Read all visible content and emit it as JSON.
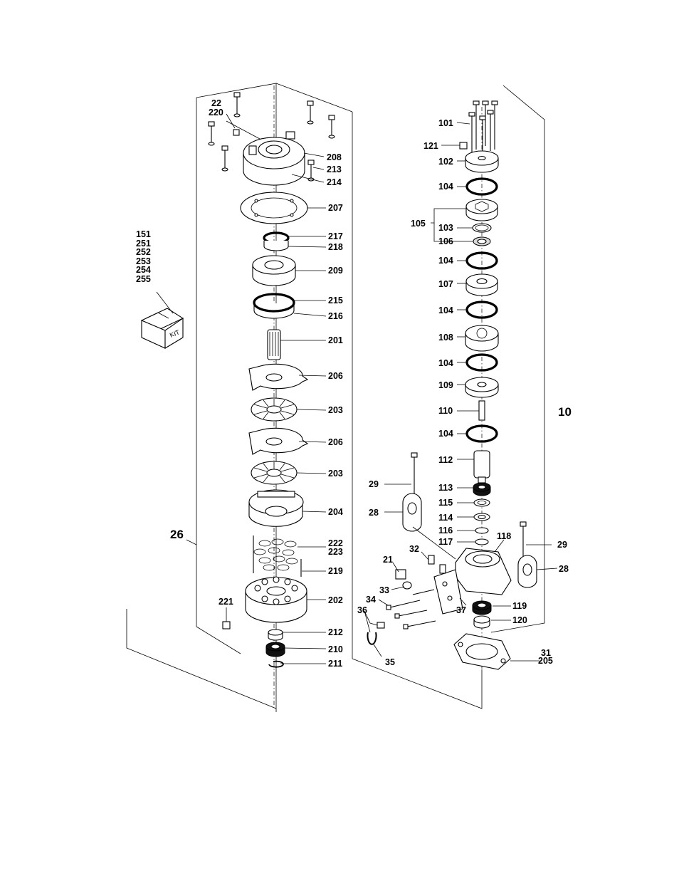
{
  "diagram": {
    "group_labels": {
      "left": "26",
      "right": "10"
    },
    "kit": {
      "box_text": "KIT",
      "part_numbers": [
        "151",
        "251",
        "252",
        "253",
        "254",
        "255"
      ]
    },
    "left_callouts": {
      "c22": "22",
      "c220": "220",
      "c208": "208",
      "c213": "213",
      "c214": "214",
      "c207": "207",
      "c217": "217",
      "c218": "218",
      "c209": "209",
      "c215": "215",
      "c216": "216",
      "c201": "201",
      "c206a": "206",
      "c203a": "203",
      "c206b": "206",
      "c203b": "203",
      "c204": "204",
      "c222": "222",
      "c223": "223",
      "c219": "219",
      "c221": "221",
      "c202": "202",
      "c212": "212",
      "c210": "210",
      "c211": "211"
    },
    "right_callouts": {
      "c101": "101",
      "c121": "121",
      "c102": "102",
      "c104a": "104",
      "c105": "105",
      "c103": "103",
      "c106": "106",
      "c104b": "104",
      "c107": "107",
      "c104c": "104",
      "c108": "108",
      "c104d": "104",
      "c109": "109",
      "c110": "110",
      "c104e": "104",
      "c112": "112",
      "c29a": "29",
      "c113": "113",
      "c28a": "28",
      "c115": "115",
      "c114": "114",
      "c116": "116",
      "c117": "117",
      "c118": "118",
      "c32": "32",
      "c29b": "29",
      "c21": "21",
      "c28b": "28",
      "c33": "33",
      "c34": "34",
      "c36": "36",
      "c37": "37",
      "c119": "119",
      "c120": "120",
      "c31": "31",
      "c205": "205",
      "c35": "35"
    }
  }
}
